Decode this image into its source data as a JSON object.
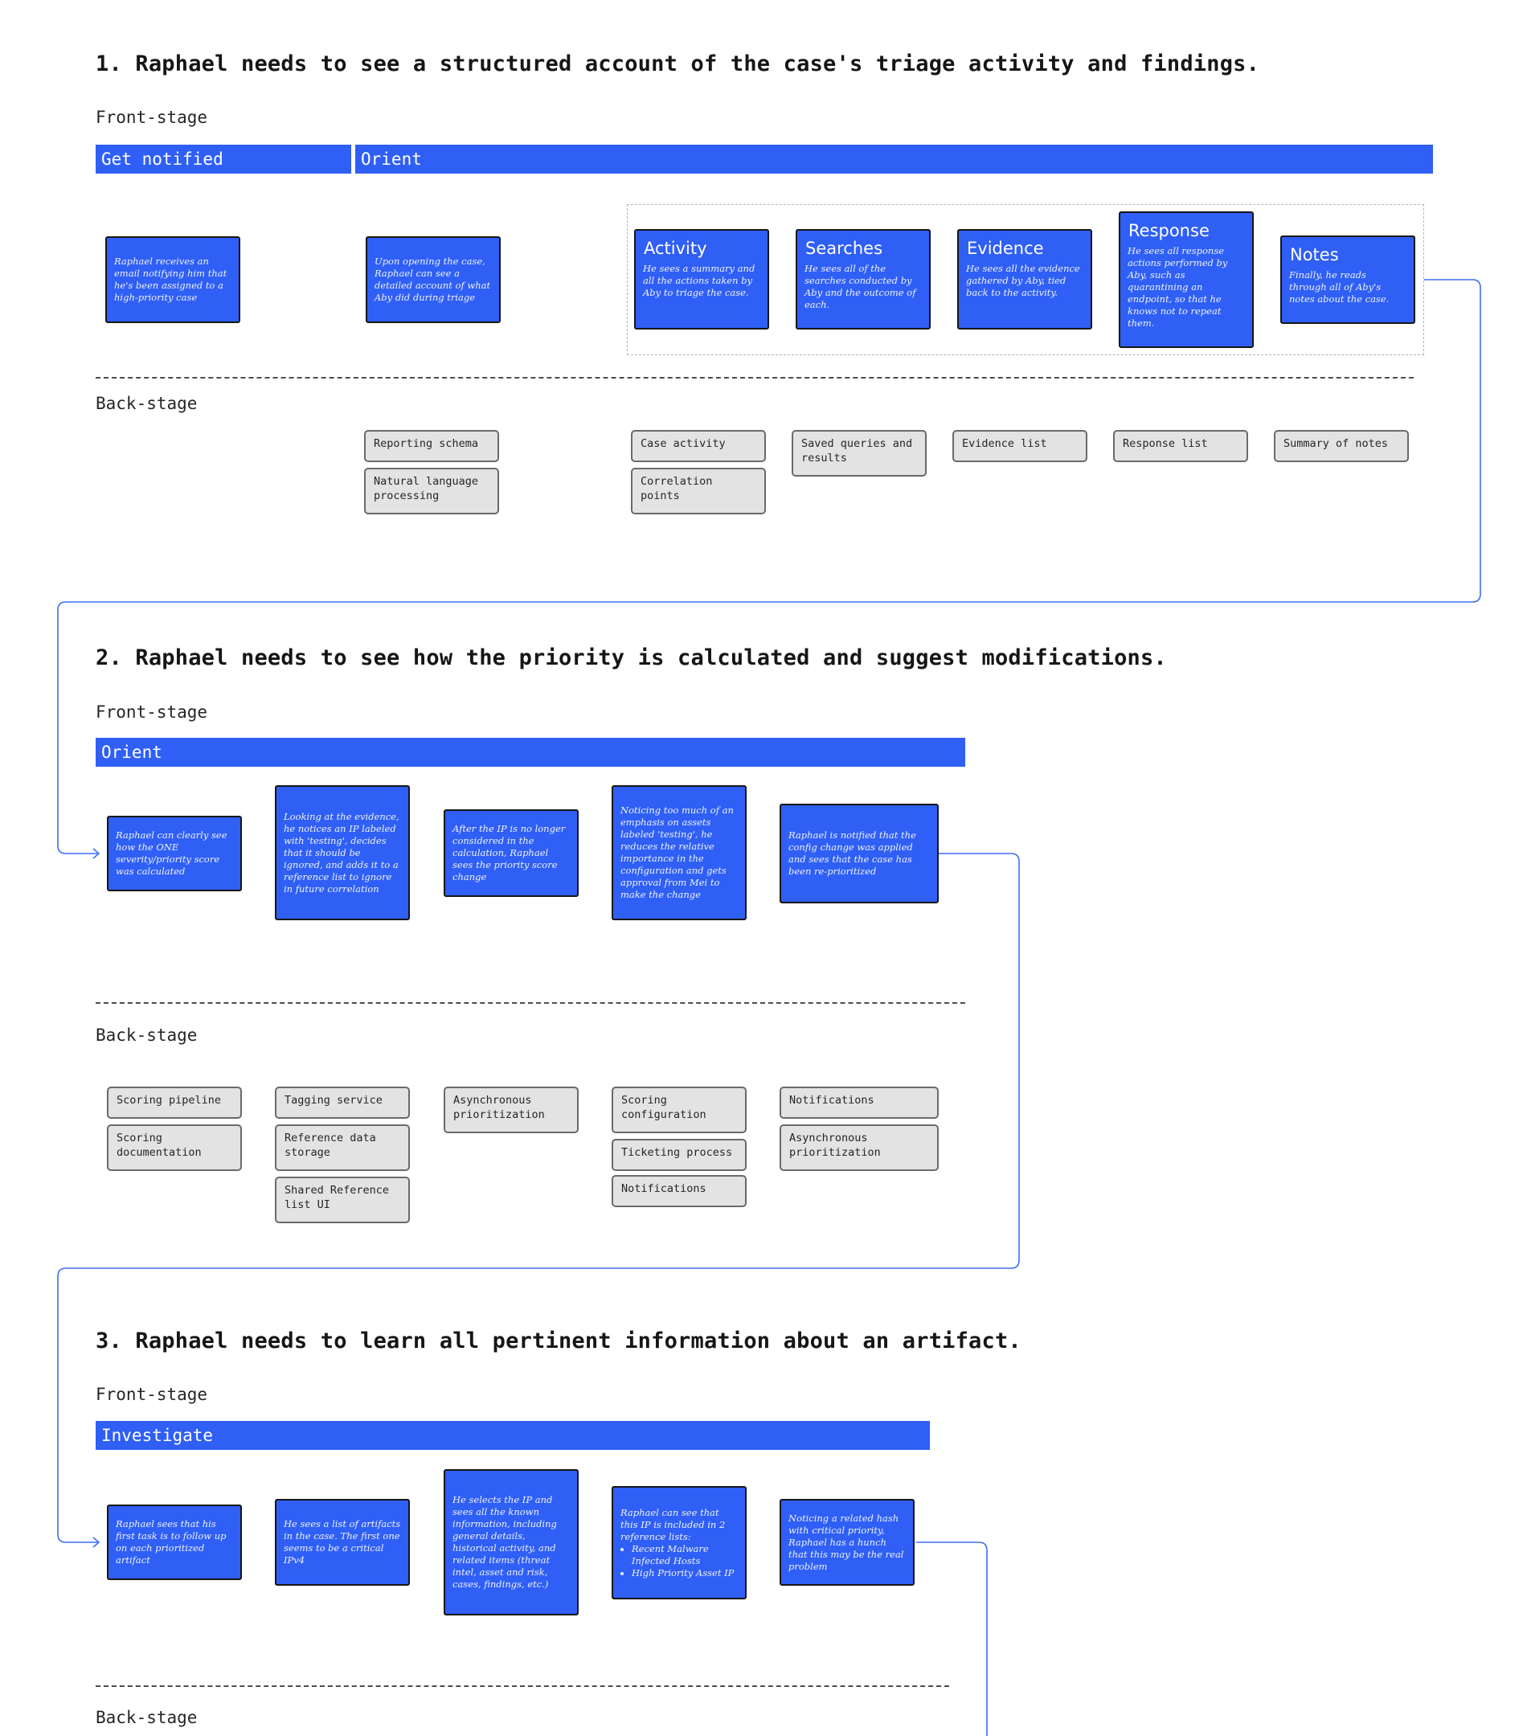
{
  "sections": [
    {
      "title": "1. Raphael needs to see a structured account of the case's triage activity and findings.",
      "front_stage_label": "Front-stage",
      "back_stage_label": "Back-stage",
      "phases": [
        "Get notified",
        "Orient"
      ],
      "cards": [
        {
          "text": "Raphael receives an email notifying him that he's been assigned to a high-priority case"
        },
        {
          "text": "Upon opening the case, Raphael can see a detailed account of what Aby did during triage"
        },
        {
          "title": "Activity",
          "text": "He sees a summary and all the actions taken by Aby to triage the case."
        },
        {
          "title": "Searches",
          "text": "He sees all of the searches conducted by Aby and the outcome of each."
        },
        {
          "title": "Evidence",
          "text": "He sees all the evidence gathered by Aby, tied back to the activity."
        },
        {
          "title": "Response",
          "text": "He sees all response actions performed by Aby, such as quarantining an endpoint, so that he knows not to repeat them."
        },
        {
          "title": "Notes",
          "text": "Finally, he reads through all of Aby's notes about the case."
        }
      ],
      "services": [
        "Reporting schema",
        "Natural language processing",
        "Case activity",
        "Correlation points",
        "Saved queries and results",
        "Evidence list",
        "Response list",
        "Summary of notes"
      ]
    },
    {
      "title": "2. Raphael needs to see how the priority is calculated and suggest modifications.",
      "front_stage_label": "Front-stage",
      "back_stage_label": "Back-stage",
      "phases": [
        "Orient"
      ],
      "cards": [
        {
          "text": "Raphael can clearly see how the ONE severity/priority score was calculated"
        },
        {
          "text": "Looking at the evidence, he notices an IP labeled with 'testing', decides that it should be ignored, and adds it to a reference list to ignore in future correlation"
        },
        {
          "text": "After the IP is no longer considered in the calculation, Raphael sees the priority score change"
        },
        {
          "text": "Noticing too much of an emphasis on assets labeled 'testing', he reduces the relative importance in the configuration and gets approval from Mei to make the change"
        },
        {
          "text": "Raphael is notified that the config change was applied and sees that the case has been re-prioritized"
        }
      ],
      "services": [
        "Scoring pipeline",
        "Scoring documentation",
        "Tagging service",
        "Reference data storage",
        "Shared Reference list UI",
        "Asynchronous prioritization",
        "Scoring configuration",
        "Ticketing process",
        "Notifications",
        "Notifications",
        "Asynchronous prioritization"
      ]
    },
    {
      "title": "3. Raphael needs to learn all pertinent information about an artifact.",
      "front_stage_label": "Front-stage",
      "back_stage_label": "Back-stage",
      "phases": [
        "Investigate"
      ],
      "cards": [
        {
          "text": "Raphael sees that his first task is to follow up on each prioritized artifact"
        },
        {
          "text": "He sees a list of artifacts in the case. The first one seems to be a critical IPv4"
        },
        {
          "text": "He selects the IP and sees all the known information, including general details, historical activity, and related items (threat intel, asset and risk, cases, findings, etc.)"
        },
        {
          "text": "Raphael can see that this IP is included in 2 reference lists:",
          "bullets": [
            "Recent Malware Infected Hosts",
            "High Priority Asset IP"
          ]
        },
        {
          "text": "Noticing a related hash with critical priority, Raphael has a hunch that this may be the real problem"
        }
      ]
    }
  ]
}
